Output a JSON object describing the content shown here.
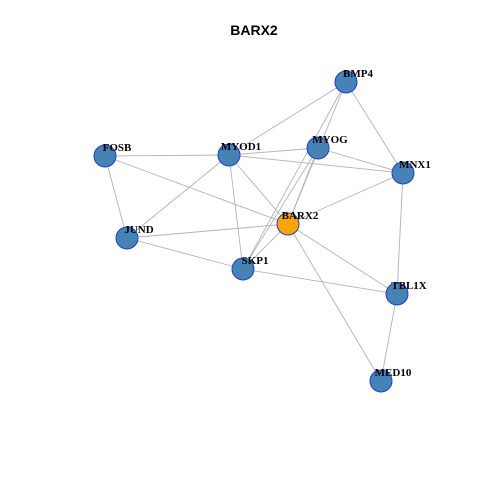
{
  "title": "BARX2",
  "colors": {
    "node_default": "#4682b4",
    "node_highlight": "#ffa500",
    "node_border": "#1f3fcc",
    "edge": "#b3b3b3"
  },
  "nodes": [
    {
      "id": "BARX2",
      "label": "BARX2",
      "highlight": true
    },
    {
      "id": "BMP4",
      "label": "BMP4"
    },
    {
      "id": "FOSB",
      "label": "FOSB"
    },
    {
      "id": "MYOD1",
      "label": "MYOD1"
    },
    {
      "id": "MYOG",
      "label": "MYOG"
    },
    {
      "id": "MNX1",
      "label": "MNX1"
    },
    {
      "id": "JUND",
      "label": "JUND"
    },
    {
      "id": "SKP1",
      "label": "SKP1"
    },
    {
      "id": "TBL1X",
      "label": "TBL1X"
    },
    {
      "id": "MED10",
      "label": "MED10"
    }
  ],
  "edges": [
    [
      "BMP4",
      "MYOD1"
    ],
    [
      "BMP4",
      "MNX1"
    ],
    [
      "BMP4",
      "BARX2"
    ],
    [
      "BMP4",
      "SKP1"
    ],
    [
      "FOSB",
      "MYOD1"
    ],
    [
      "FOSB",
      "JUND"
    ],
    [
      "FOSB",
      "BARX2"
    ],
    [
      "MYOD1",
      "MYOG"
    ],
    [
      "MYOD1",
      "MNX1"
    ],
    [
      "MYOD1",
      "BARX2"
    ],
    [
      "MYOD1",
      "JUND"
    ],
    [
      "MYOD1",
      "SKP1"
    ],
    [
      "MYOG",
      "MNX1"
    ],
    [
      "MYOG",
      "BARX2"
    ],
    [
      "MYOG",
      "SKP1"
    ],
    [
      "MNX1",
      "BARX2"
    ],
    [
      "MNX1",
      "TBL1X"
    ],
    [
      "JUND",
      "BARX2"
    ],
    [
      "JUND",
      "SKP1"
    ],
    [
      "BARX2",
      "TBL1X"
    ],
    [
      "BARX2",
      "MED10"
    ],
    [
      "BARX2",
      "SKP1"
    ],
    [
      "SKP1",
      "TBL1X"
    ],
    [
      "TBL1X",
      "MED10"
    ]
  ]
}
